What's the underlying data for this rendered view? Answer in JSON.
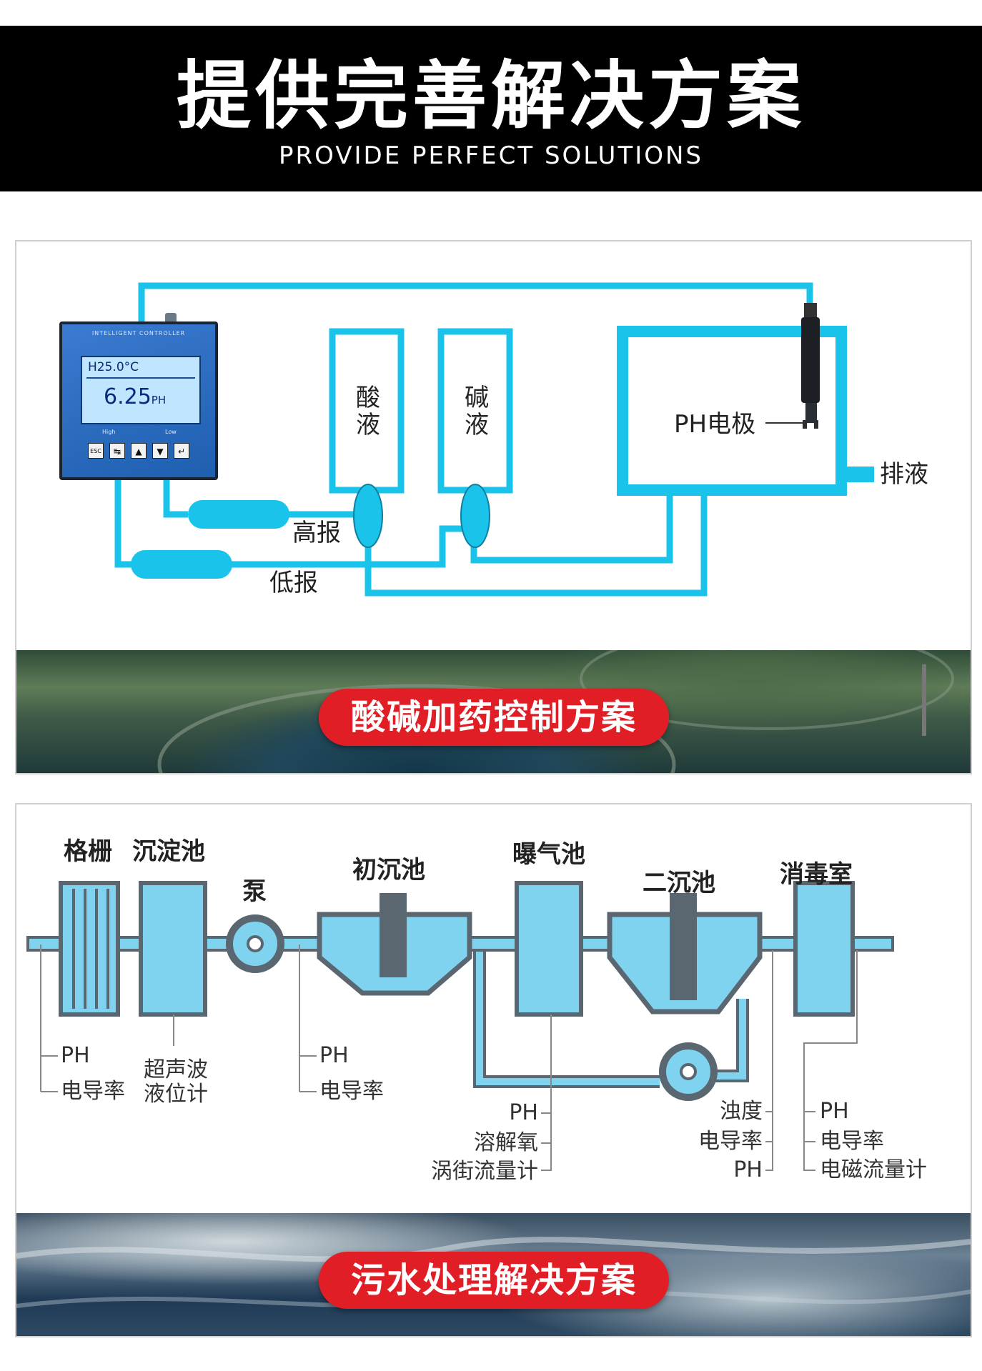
{
  "header": {
    "title": "提供完善解决方案",
    "subtitle": "PROVIDE PERFECT SOLUTIONS"
  },
  "acid_base": {
    "controller": {
      "brand": "INTELLIGENT CONTROLLER",
      "temperature": "H25.0°C",
      "ph_value": "6.25",
      "ph_unit": "PH",
      "high_label": "High",
      "low_label": "Low",
      "keys": [
        "ESC",
        "↹",
        "▲",
        "▼",
        "↵"
      ]
    },
    "tank_acid": "酸液",
    "tank_base": "碱液",
    "electrode": "PH电极",
    "drain": "排液",
    "high_alarm": "高报",
    "low_alarm": "低报",
    "banner": "酸碱加药控制方案"
  },
  "sewage": {
    "stages": {
      "grille": "格栅",
      "sedimentation": "沉淀池",
      "pump": "泵",
      "primary": "初沉池",
      "aeration": "曝气池",
      "secondary": "二沉池",
      "disinfection": "消毒室"
    },
    "measurements": {
      "grille": [
        "PH",
        "电导率"
      ],
      "sedimentation": [
        "超声波",
        "液位计"
      ],
      "pump": [
        "PH",
        "电导率"
      ],
      "aeration": [
        "PH",
        "溶解氧",
        "涡街流量计"
      ],
      "secondary": [
        "浊度",
        "电导率",
        "PH"
      ],
      "disinfection": [
        "PH",
        "电导率",
        "电磁流量计"
      ]
    },
    "banner": "污水处理解决方案"
  },
  "colors": {
    "pipe": "#19c3ea",
    "tank_fill": "#7fd3ef",
    "tank_border": "#5a6670",
    "banner_red": "#e11e26",
    "header_bg": "#000000"
  }
}
